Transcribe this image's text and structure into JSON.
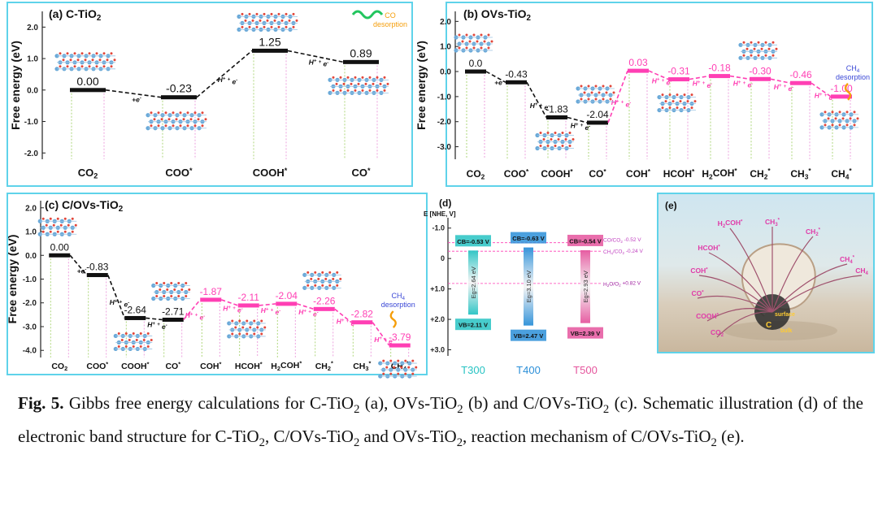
{
  "colors": {
    "frame": "#5fd3ea",
    "black_level": "#111111",
    "magenta_level": "#ff3fb4",
    "vline_green": "#9acd5a",
    "vline_pink": "#e88ad6",
    "co_green": "#22c55e",
    "desorption_orange": "#f59e0b",
    "ch4_blue": "#3b48d6",
    "t300": "#27c3c3",
    "t400": "#2b8fd8",
    "t500": "#e5559d"
  },
  "chart_data": [
    {
      "panel": "a",
      "type": "line",
      "title": "(a) C-TiO2",
      "ylabel": "Free energy (eV)",
      "ylim": [
        -2.2,
        2.5
      ],
      "yticks": [
        "2.0",
        "1.0",
        "0.0",
        "-1.0",
        "-2.0"
      ],
      "categories": [
        "CO2",
        "COO*",
        "COOH*",
        "CO*"
      ],
      "values": [
        0.0,
        -0.23,
        1.25,
        0.89
      ],
      "value_labels": [
        "0.00",
        "-0.23",
        "1.25",
        "0.89"
      ],
      "step_labels": [
        "+e-",
        "H+ + e-",
        "H+ + e-"
      ],
      "annotation": "CO desorption"
    },
    {
      "panel": "b",
      "type": "line",
      "title": "(b) OVs-TiO2",
      "ylabel": "Free energy (eV)",
      "ylim": [
        -3.5,
        2.4
      ],
      "yticks": [
        "2.0",
        "1.0",
        "0.0",
        "-1.0",
        "-2.0",
        "-3.0"
      ],
      "categories": [
        "CO2",
        "COO*",
        "COOH*",
        "CO*",
        "COH*",
        "HCOH*",
        "H2COH*",
        "CH2*",
        "CH3*",
        "CH4*"
      ],
      "values": [
        0.0,
        -0.43,
        -1.83,
        -2.04,
        0.03,
        -0.31,
        -0.18,
        -0.3,
        -0.46,
        -1.0
      ],
      "value_labels": [
        "0.0",
        "-0.43",
        "-1.83",
        "-2.04",
        "0.03",
        "-0.31",
        "-0.18",
        "-0.30",
        "-0.46",
        "-1.00"
      ],
      "step_labels": [
        "+e-",
        "H+ + e-",
        "H+ + e-",
        "H+ + e-",
        "H+ + e-",
        "H+ + e-",
        "H+ + e-",
        "H+ + e-",
        "H+ + e-"
      ],
      "annotation": "CH4 desorption"
    },
    {
      "panel": "c",
      "type": "line",
      "title": "(c) C/OVs-TiO2",
      "ylabel": "Free energy (eV)",
      "ylim": [
        -4.3,
        2.3
      ],
      "yticks": [
        "2.0",
        "1.0",
        "0.0",
        "-1.0",
        "-2.0",
        "-3.0",
        "-4.0"
      ],
      "categories": [
        "CO2",
        "COO*",
        "COOH*",
        "CO*",
        "COH*",
        "HCOH*",
        "H2COH*",
        "CH2*",
        "CH3*",
        "CH4*"
      ],
      "values": [
        0.0,
        -0.83,
        -2.64,
        -2.71,
        -1.87,
        -2.11,
        -2.04,
        -2.26,
        -2.82,
        -3.79
      ],
      "value_labels": [
        "0.00",
        "-0.83",
        "-2.64",
        "-2.71",
        "-1.87",
        "-2.11",
        "-2.04",
        "-2.26",
        "-2.82",
        "-3.79"
      ],
      "step_labels": [
        "+e-",
        "H+ + e-",
        "H+ + e-",
        "H+ + e-",
        "H+ + e-",
        "H+ + e-",
        "H+ + e-",
        "H+ + e-",
        "H+ + e-"
      ],
      "annotation": "CH4 desorption"
    },
    {
      "panel": "d",
      "type": "bar",
      "title": "(d)",
      "ylabel": "E [NHE, V]",
      "ylim": [
        3.2,
        -1.5
      ],
      "yticks": [
        "-1.0",
        "0",
        "+1.0",
        "+2.0",
        "+3.0"
      ],
      "samples": [
        {
          "name": "T300",
          "cb": -0.53,
          "vb": 2.11,
          "cb_label": "CB=-0.53 V",
          "vb_label": "VB=2.11 V",
          "eg_label": "Eg=2.64 eV"
        },
        {
          "name": "T400",
          "cb": -0.63,
          "vb": 2.47,
          "cb_label": "CB=-0.63 V",
          "vb_label": "VB=2.47 V",
          "eg_label": "Eg=3.10 eV"
        },
        {
          "name": "T500",
          "cb": -0.54,
          "vb": 2.39,
          "cb_label": "CB=-0.54 V",
          "vb_label": "VB=2.39 V",
          "eg_label": "Eg=2.93 eV"
        }
      ],
      "refs": [
        {
          "value": -0.52,
          "label": "CO/CO2 -0.52 V"
        },
        {
          "value": -0.24,
          "label": "CH4/CO2 -0.24 V"
        },
        {
          "value": 0.82,
          "label": "H2O/O2 +0.82 V"
        }
      ]
    }
  ],
  "panel_e": {
    "label": "(e)",
    "species": [
      "H2COH*",
      "CH3*",
      "HCOH*",
      "CH2*",
      "COH*",
      "CH4*",
      "CH4",
      "CO*",
      "COOH*",
      "CO2"
    ],
    "core_labels": [
      "surface",
      "C",
      "bulk"
    ]
  },
  "caption": {
    "fig": "Fig. 5.",
    "text": "Gibbs free energy calculations for C-TiO2 (a), OVs-TiO2 (b) and C/OVs-TiO2 (c). Schematic illustration (d) of the electronic band structure for C-TiO2, C/OVs-TiO2 and OVs-TiO2, reaction mechanism of C/OVs-TiO2 (e)."
  }
}
